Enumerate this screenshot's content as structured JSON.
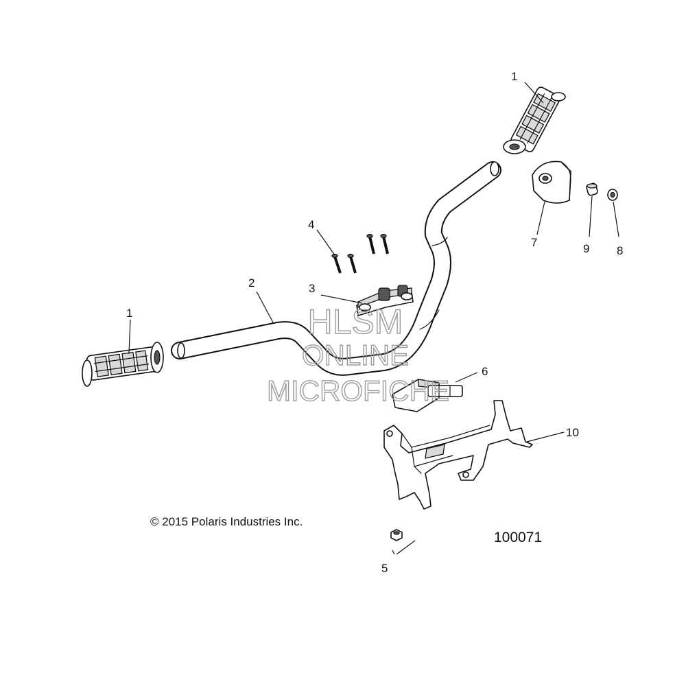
{
  "diagram": {
    "callouts": [
      "1",
      "1",
      "2",
      "3",
      "4",
      "5",
      "6",
      "7",
      "8",
      "9",
      "10"
    ],
    "copyright": "© 2015 Polaris Industries Inc.",
    "figure_number": "100071",
    "watermark": [
      "HLSM",
      "ONLINE",
      "MICROFICHE"
    ]
  }
}
